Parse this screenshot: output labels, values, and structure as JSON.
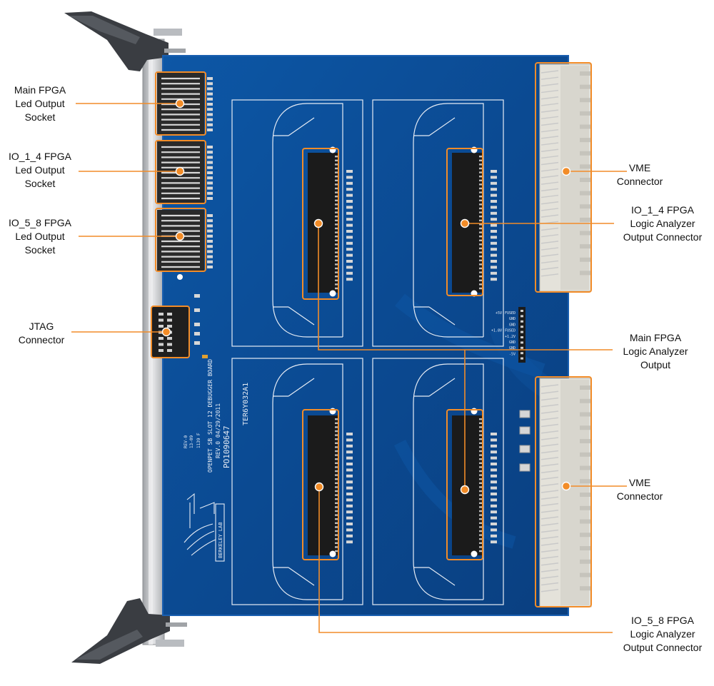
{
  "labels": {
    "main_led": [
      "Main FPGA",
      "Led Output",
      "Socket"
    ],
    "io14_led": [
      "IO_1_4 FPGA",
      "Led Output",
      "Socket"
    ],
    "io58_led": [
      "IO_5_8 FPGA",
      "Led Output",
      "Socket"
    ],
    "jtag": [
      "JTAG",
      "Connector"
    ],
    "vme_top": [
      "VME",
      "Connector"
    ],
    "io14_la": [
      "IO_1_4 FPGA",
      "Logic Analyzer",
      "Output Connector"
    ],
    "main_la": [
      "Main FPGA",
      "Logic Analyzer",
      "Output"
    ],
    "vme_bot": [
      "VME",
      "Connector"
    ],
    "io58_la": [
      "IO_5_8 FPGA",
      "Logic Analyzer",
      "Output Connector"
    ]
  },
  "board_text": {
    "line1": "OPENPET SB SLOT 12 DEBUGGER BOARD",
    "line2": "REV.0  04/29/2011",
    "line3": "PO1090647",
    "part": "TER6Y032A1",
    "small_left": [
      "REV-0",
      "13-09",
      "1139 F"
    ],
    "logo": "BERKELEY LAB"
  },
  "power_labels": [
    "+5V",
    "FUSED",
    "GND",
    "GND",
    "+1.8V",
    "FUSED",
    "+1.2V",
    "GND",
    "GND",
    "-5V"
  ],
  "colors": {
    "pcb": "#0b4a92",
    "pcb_edge": "#1a5fb0",
    "highlight": "#f28c28",
    "connector": "#e4e2da",
    "header": "#1b1b1b",
    "panel": "#c7c9cc",
    "handle": "#3a3d42"
  },
  "icons": [
    "ejector-handle-top",
    "ejector-handle-bottom",
    "berkeley-lab-logo"
  ]
}
